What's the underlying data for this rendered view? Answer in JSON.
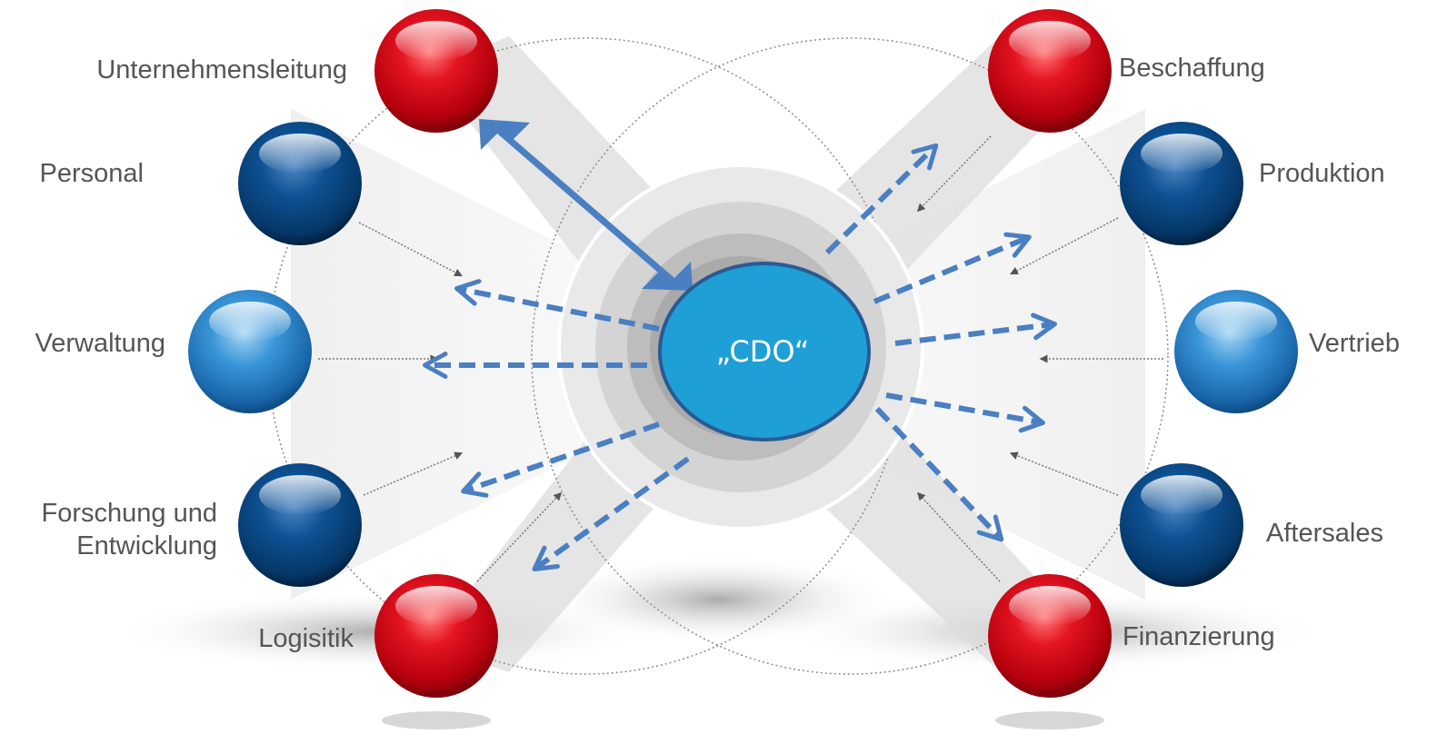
{
  "center": {
    "label": "„CDO“"
  },
  "units": {
    "unternehmensleitung": "Unternehmensleitung",
    "personal": "Personal",
    "verwaltung": "Verwaltung",
    "forschung_line1": "Forschung und",
    "forschung_line2": "Entwicklung",
    "logistik": "Logisitik",
    "beschaffung": "Beschaffung",
    "produktion": "Produktion",
    "vertrieb": "Vertrieb",
    "aftersales": "Aftersales",
    "finanzierung": "Finanzierung"
  },
  "colors": {
    "red_node": "#e0101f",
    "dark_blue_node": "#0b4f8c",
    "light_blue_node": "#3392d6",
    "center_fill": "#1e9fd6",
    "center_border": "#2a5a93",
    "arrow_blue": "#4a7fc1",
    "connector_gray": "#888888",
    "label_gray": "#555555"
  },
  "icons": {
    "red_node": "red-sphere-icon",
    "dark_blue_node": "dark-blue-sphere-icon",
    "light_blue_node": "light-blue-sphere-icon"
  }
}
